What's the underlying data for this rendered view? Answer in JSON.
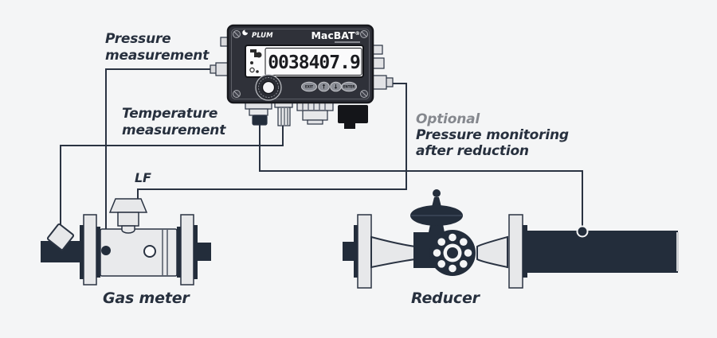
{
  "colors": {
    "ink": "#232d3b",
    "line": "#2a3342",
    "muted_text": "#85888e",
    "background": "#f4f5f6",
    "device_body": "#2f3139",
    "panel_light": "#e7e8ea",
    "display_white": "#fbfbfc"
  },
  "annotations": {
    "pressure_line1": "Pressure",
    "pressure_line2": "measurement",
    "temperature_line1": "Temperature",
    "temperature_line2": "measurement",
    "lf": "LF",
    "optional_line1": "Optional",
    "optional_line2": "Pressure monitoring",
    "optional_line3": "after reduction",
    "gas_meter": "Gas meter",
    "reducer": "Reducer"
  },
  "device": {
    "brand": "PLUM",
    "model": "MacBAT",
    "registered_mark": "®",
    "display_value": "0038407.9",
    "buttons": {
      "exit": "EXIT",
      "up": "↑",
      "down": "↓",
      "enter": "ENTER"
    }
  }
}
